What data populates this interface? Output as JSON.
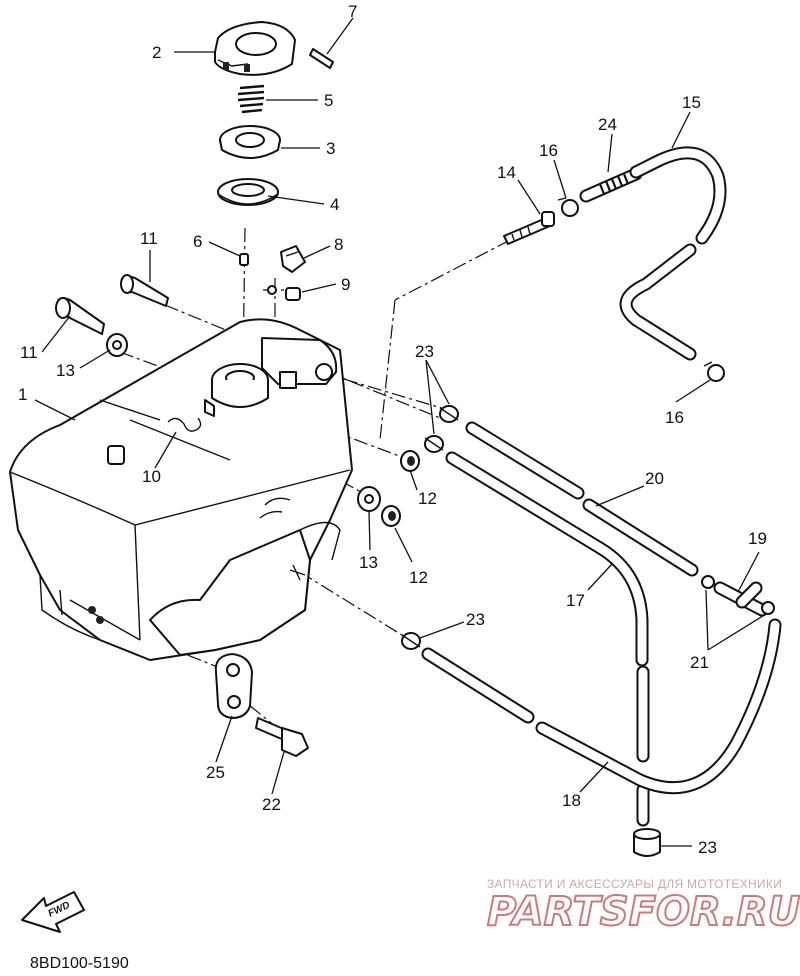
{
  "callouts": {
    "n1": "1",
    "n2": "2",
    "n3": "3",
    "n4": "4",
    "n5": "5",
    "n6": "6",
    "n7": "7",
    "n8": "8",
    "n9": "9",
    "n10": "10",
    "n11a": "11",
    "n11b": "11",
    "n12a": "12",
    "n12b": "12",
    "n13a": "13",
    "n13b": "13",
    "n14": "14",
    "n15": "15",
    "n16a": "16",
    "n16b": "16",
    "n17": "17",
    "n18": "18",
    "n19": "19",
    "n20": "20",
    "n21": "21",
    "n22": "22",
    "n23a": "23",
    "n23b": "23",
    "n23c": "23",
    "n24": "24",
    "n25": "25"
  },
  "footer": {
    "diagram_code": "8BD100-5190",
    "fwd_label": "FWD"
  },
  "watermark": {
    "caption": "ЗАПЧАСТИ И АКСЕССУАРЫ ДЛЯ МОТОТЕХНИКИ",
    "brand": "PARTSFOR.RU"
  },
  "colors": {
    "line": "#111111",
    "watermark": "#c97a7a"
  }
}
